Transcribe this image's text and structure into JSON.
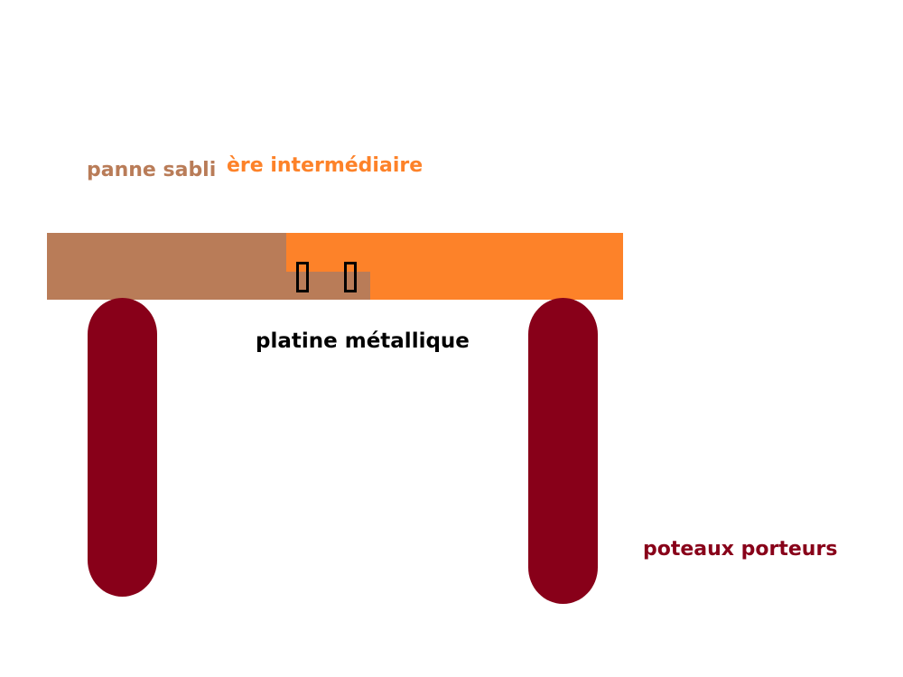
{
  "labels": {
    "left_beam": "panne sabli",
    "right_beam": "ère intermédiaire",
    "plate": "platine métallique",
    "posts": "poteaux porteurs"
  },
  "colors": {
    "left_beam": "#b97c58",
    "right_beam": "#fd8229",
    "posts": "#880019",
    "plate_bolts": "#000000",
    "plate_text": "#000000",
    "background": "#ffffff"
  },
  "icons": {
    "bolt": "rectangle-outline"
  }
}
